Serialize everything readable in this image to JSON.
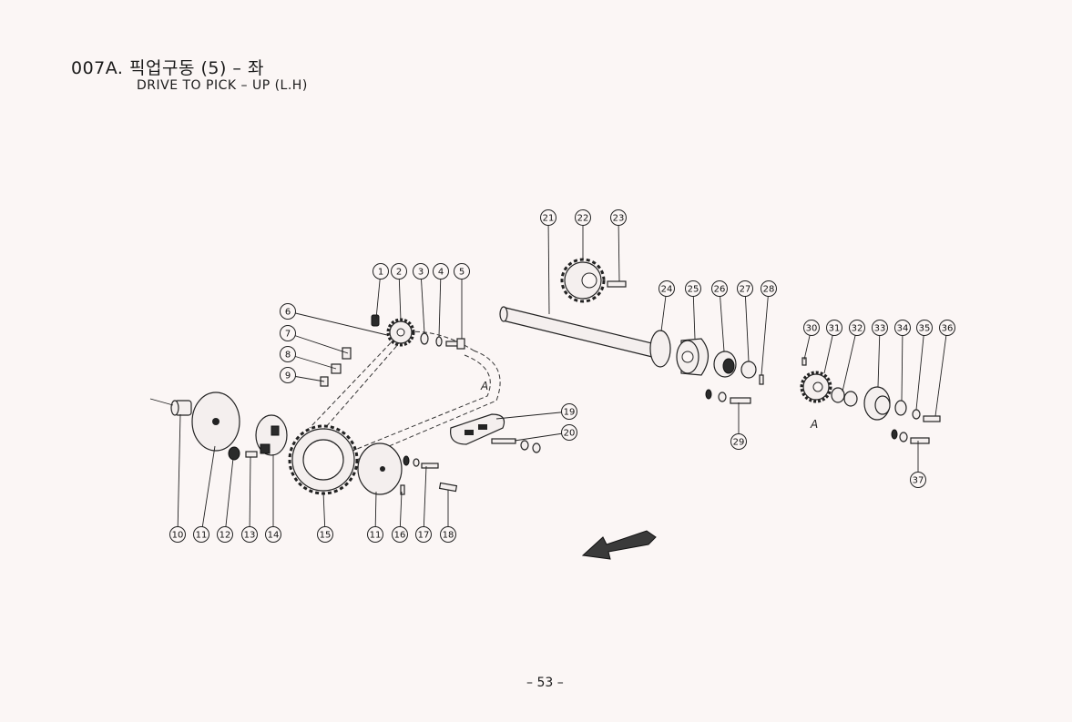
{
  "document": {
    "title_ko": "007A. 픽업구동 (5) – 좌",
    "title_en": "DRIVE TO PICK – UP (L.H)",
    "page_number": "– 53 –"
  },
  "diagram": {
    "callouts": [
      {
        "label": "1"
      },
      {
        "label": "2"
      },
      {
        "label": "3"
      },
      {
        "label": "4"
      },
      {
        "label": "5"
      },
      {
        "label": "6"
      },
      {
        "label": "7"
      },
      {
        "label": "8"
      },
      {
        "label": "9"
      },
      {
        "label": "10"
      },
      {
        "label": "11"
      },
      {
        "label": "12"
      },
      {
        "label": "13"
      },
      {
        "label": "14"
      },
      {
        "label": "15"
      },
      {
        "label": "11"
      },
      {
        "label": "16"
      },
      {
        "label": "17"
      },
      {
        "label": "18"
      },
      {
        "label": "19"
      },
      {
        "label": "20"
      },
      {
        "label": "21"
      },
      {
        "label": "22"
      },
      {
        "label": "23"
      },
      {
        "label": "24"
      },
      {
        "label": "25"
      },
      {
        "label": "26"
      },
      {
        "label": "27"
      },
      {
        "label": "28"
      },
      {
        "label": "29"
      },
      {
        "label": "30"
      },
      {
        "label": "31"
      },
      {
        "label": "32"
      },
      {
        "label": "33"
      },
      {
        "label": "34"
      },
      {
        "label": "35"
      },
      {
        "label": "36"
      },
      {
        "label": "37"
      }
    ],
    "reference_marks": [
      "A",
      "A"
    ],
    "icons": [
      "direction-arrow-icon"
    ]
  }
}
